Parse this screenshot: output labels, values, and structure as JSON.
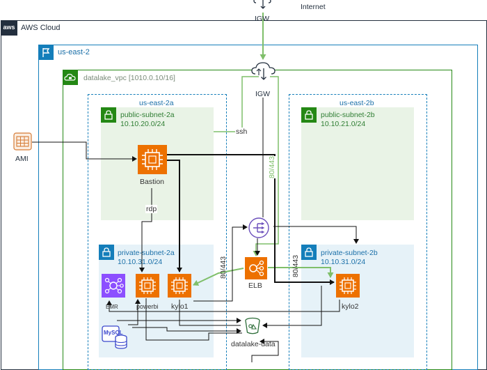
{
  "top": {
    "internet_label": "Internet",
    "igw_top_label": "IGW"
  },
  "cloud": {
    "badge": "aws",
    "title": "AWS Cloud"
  },
  "region": {
    "title": "us-east-2"
  },
  "vpc": {
    "name": "datalake_vpc",
    "cidr": "[1010.0.10/16]",
    "igw_label": "IGW"
  },
  "azs": [
    {
      "name": "us-east-2a"
    },
    {
      "name": "us-east-2b"
    }
  ],
  "subnets": {
    "public_2a": {
      "name": "public-subnet-2a",
      "cidr": "10.10.20.0/24"
    },
    "public_2b": {
      "name": "public-subnet-2b",
      "cidr": "10.10.21.0/24"
    },
    "private_2a": {
      "name": "private-subnet-2a",
      "cidr": "10.10.31.0/24"
    },
    "private_2b": {
      "name": "private-subnet-2b",
      "cidr": "10.10.31.0/24"
    }
  },
  "nodes": {
    "ami": "AMI",
    "bastion": "Bastion",
    "emr": "EMR",
    "powerbi": "powerbi",
    "kylo1": "kylo1",
    "kylo2": "kylo2",
    "mysql": "MySQL",
    "elb": "ELB",
    "s3": "datalake-data"
  },
  "edge_labels": {
    "ssh": "ssh",
    "rdp": "rdp",
    "port_green": "80/443",
    "port_left": "80/443",
    "port_right": "80/443"
  },
  "colors": {
    "aws_dark": "#232f3e",
    "region_teal": "#147eba",
    "vpc_green": "#248814",
    "public_fill": "#e9f3e6",
    "private_fill": "#e6f2f8",
    "ec2_orange": "#ed7100",
    "emr_purple": "#8c4fff",
    "green_edge": "#7fbf6a"
  }
}
